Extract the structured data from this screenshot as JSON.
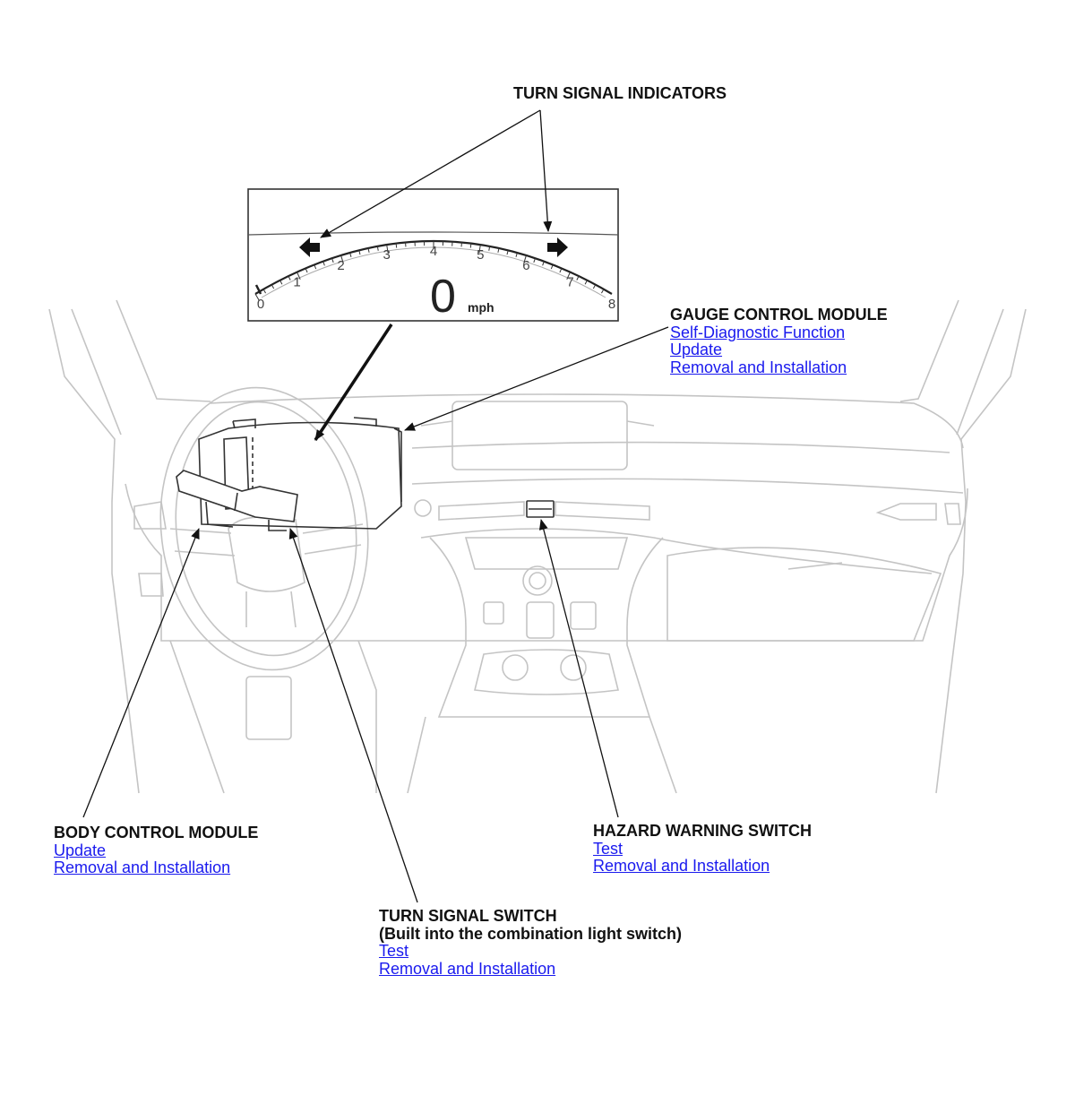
{
  "gauge": {
    "scale": [
      "0",
      "1",
      "2",
      "3",
      "4",
      "5",
      "6",
      "7",
      "8"
    ],
    "speed_value": "0",
    "speed_unit": "mph"
  },
  "callouts": {
    "turn_signal_indicators": {
      "title": "TURN SIGNAL INDICATORS"
    },
    "gauge_control_module": {
      "title": "GAUGE CONTROL MODULE",
      "links": [
        "Self-Diagnostic Function",
        "Update",
        "Removal and Installation"
      ]
    },
    "body_control_module": {
      "title": "BODY CONTROL MODULE",
      "links": [
        "Update",
        "Removal and Installation"
      ]
    },
    "hazard_warning_switch": {
      "title": "HAZARD WARNING SWITCH",
      "links": [
        "Test",
        "Removal and Installation"
      ]
    },
    "turn_signal_switch": {
      "title": "TURN SIGNAL SWITCH",
      "subtitle": "(Built into the combination light switch)",
      "links": [
        "Test",
        "Removal and Installation"
      ]
    }
  },
  "colors": {
    "link": "#1a1aee",
    "line": "#111111",
    "drawing": "#c4c4c4"
  }
}
